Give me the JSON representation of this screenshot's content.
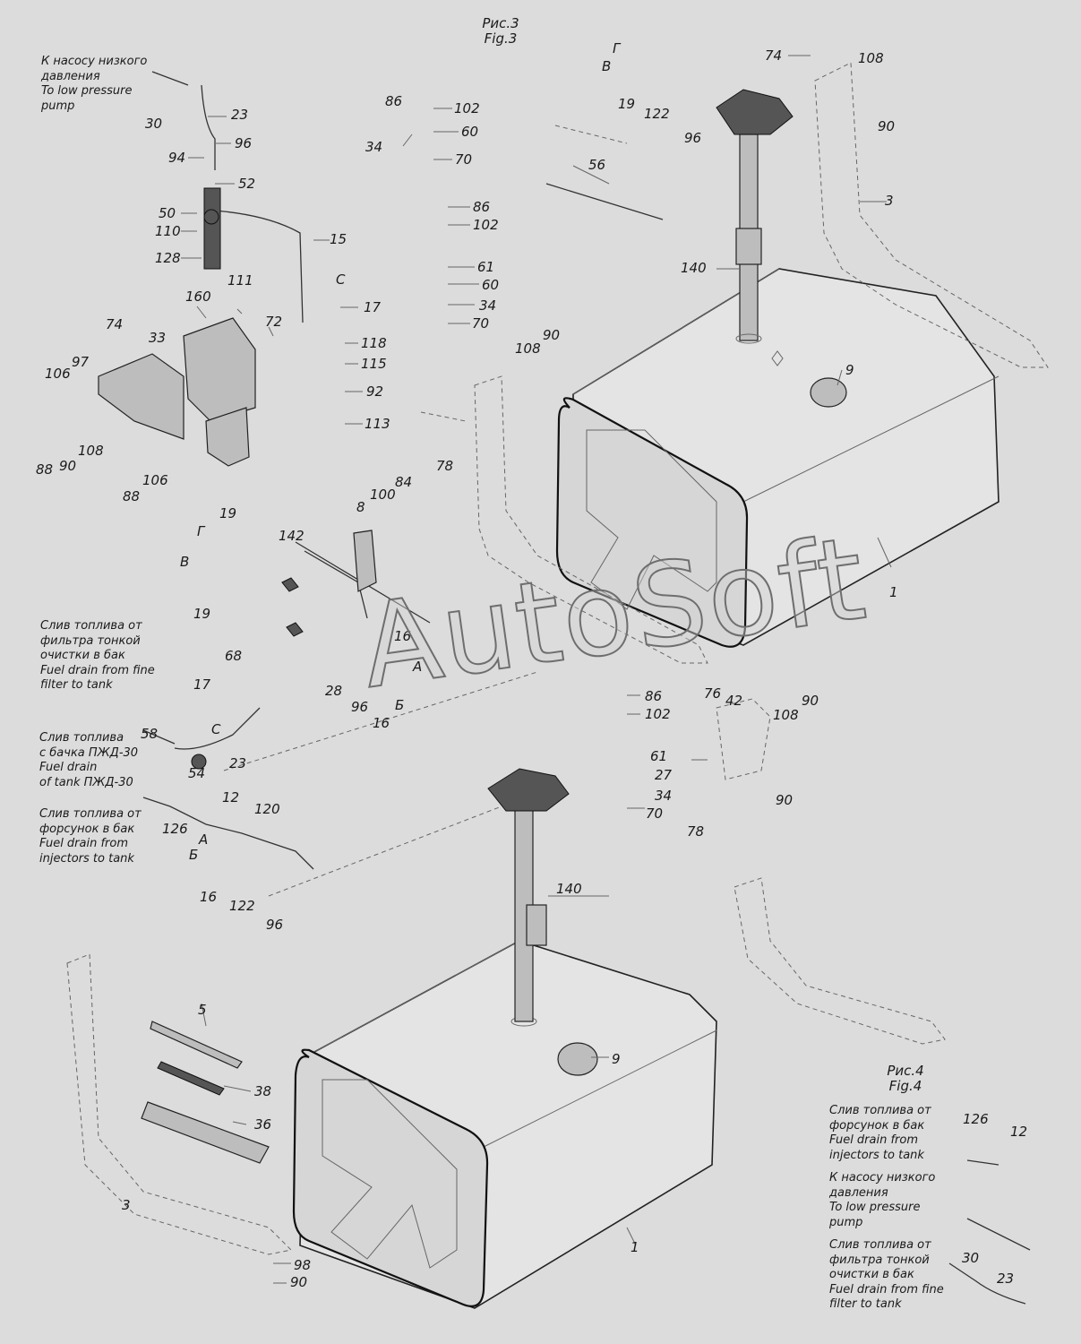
{
  "fig3": {
    "ru": "Рис.3",
    "en": "Fig.3"
  },
  "fig4": {
    "ru": "Рис.4",
    "en": "Fig.4"
  },
  "watermark": "AutoSoft",
  "notes": {
    "low_pressure_pump": [
      "К насосу низкого",
      "давления",
      "To low pressure",
      "pump"
    ],
    "drain_fine_filter": [
      "Слив топлива от",
      "фильтра тонкой",
      "очистки в бак",
      "Fuel drain from fine",
      "filter to tank"
    ],
    "drain_pzhd": [
      "Слив топлива",
      "с бачка ПЖД-30",
      "Fuel drain",
      "of tank ПЖД-30"
    ],
    "drain_injectors": [
      "Слив топлива от",
      "форсунок в бак",
      "Fuel drain from",
      "injectors to tank"
    ],
    "f4_drain_injectors": [
      "Слив топлива от",
      "форсунок в бак",
      "Fuel drain from",
      "injectors to tank"
    ],
    "f4_low_pressure_pump": [
      "К насосу низкого",
      "давления",
      "To low pressure",
      "pump"
    ],
    "f4_drain_fine_filter": [
      "Слив топлива от",
      "фильтра тонкой",
      "очистки в бак",
      "Fuel drain from fine",
      "filter to tank"
    ]
  },
  "callouts": [
    "30",
    "23",
    "96",
    "94",
    "52",
    "50",
    "110",
    "15",
    "128",
    "86",
    "102",
    "60",
    "34",
    "70",
    "56",
    "111",
    "160",
    "72",
    "17",
    "118",
    "115",
    "92",
    "113",
    "74",
    "33",
    "97",
    "106",
    "108",
    "90",
    "88",
    "106",
    "88",
    "86",
    "102",
    "61",
    "60",
    "34",
    "70",
    "108",
    "90",
    "78",
    "74",
    "108",
    "90",
    "3",
    "140",
    "9",
    "1",
    "19",
    "122",
    "96",
    "19",
    "8",
    "100",
    "84",
    "142",
    "19",
    "68",
    "17",
    "16",
    "28",
    "96",
    "16",
    "58",
    "54",
    "23",
    "86",
    "102",
    "61",
    "27",
    "34",
    "70",
    "76",
    "42",
    "90",
    "108",
    "90",
    "78",
    "12",
    "120",
    "126",
    "16",
    "122",
    "96",
    "140",
    "9",
    "5",
    "38",
    "36",
    "3",
    "1",
    "98",
    "90",
    "126",
    "12",
    "30",
    "23",
    "С",
    "Г",
    "В",
    "С",
    "А",
    "Б",
    "А",
    "Б",
    "Г",
    "В"
  ]
}
